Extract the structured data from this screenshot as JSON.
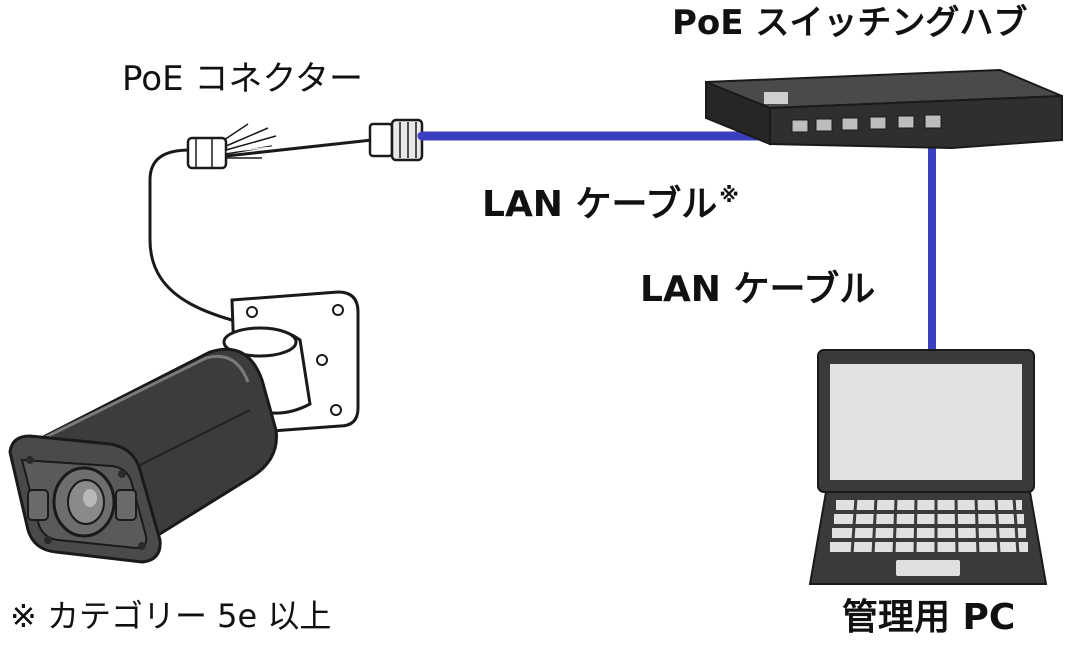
{
  "labels": {
    "poe_switch_hub": "PoE スイッチングハブ",
    "poe_connector": "PoE コネクター",
    "lan_cable_camera": "LAN ケーブル",
    "lan_cable_footnote_mark": "※",
    "lan_cable_pc": "LAN ケーブル",
    "management_pc": "管理用 PC",
    "footnote": "※ カテゴリー 5e 以上"
  },
  "icons": {
    "camera": "bullet-camera-icon",
    "connector": "rj45-connector-icon",
    "switch": "network-switch-icon",
    "laptop": "laptop-icon"
  },
  "colors": {
    "cable": "#3a40c0",
    "outline": "#1a1a1a",
    "camera_body": "#3c3c3c",
    "hub_body": "#2f2f2f",
    "screen": "#e2e2e2"
  }
}
